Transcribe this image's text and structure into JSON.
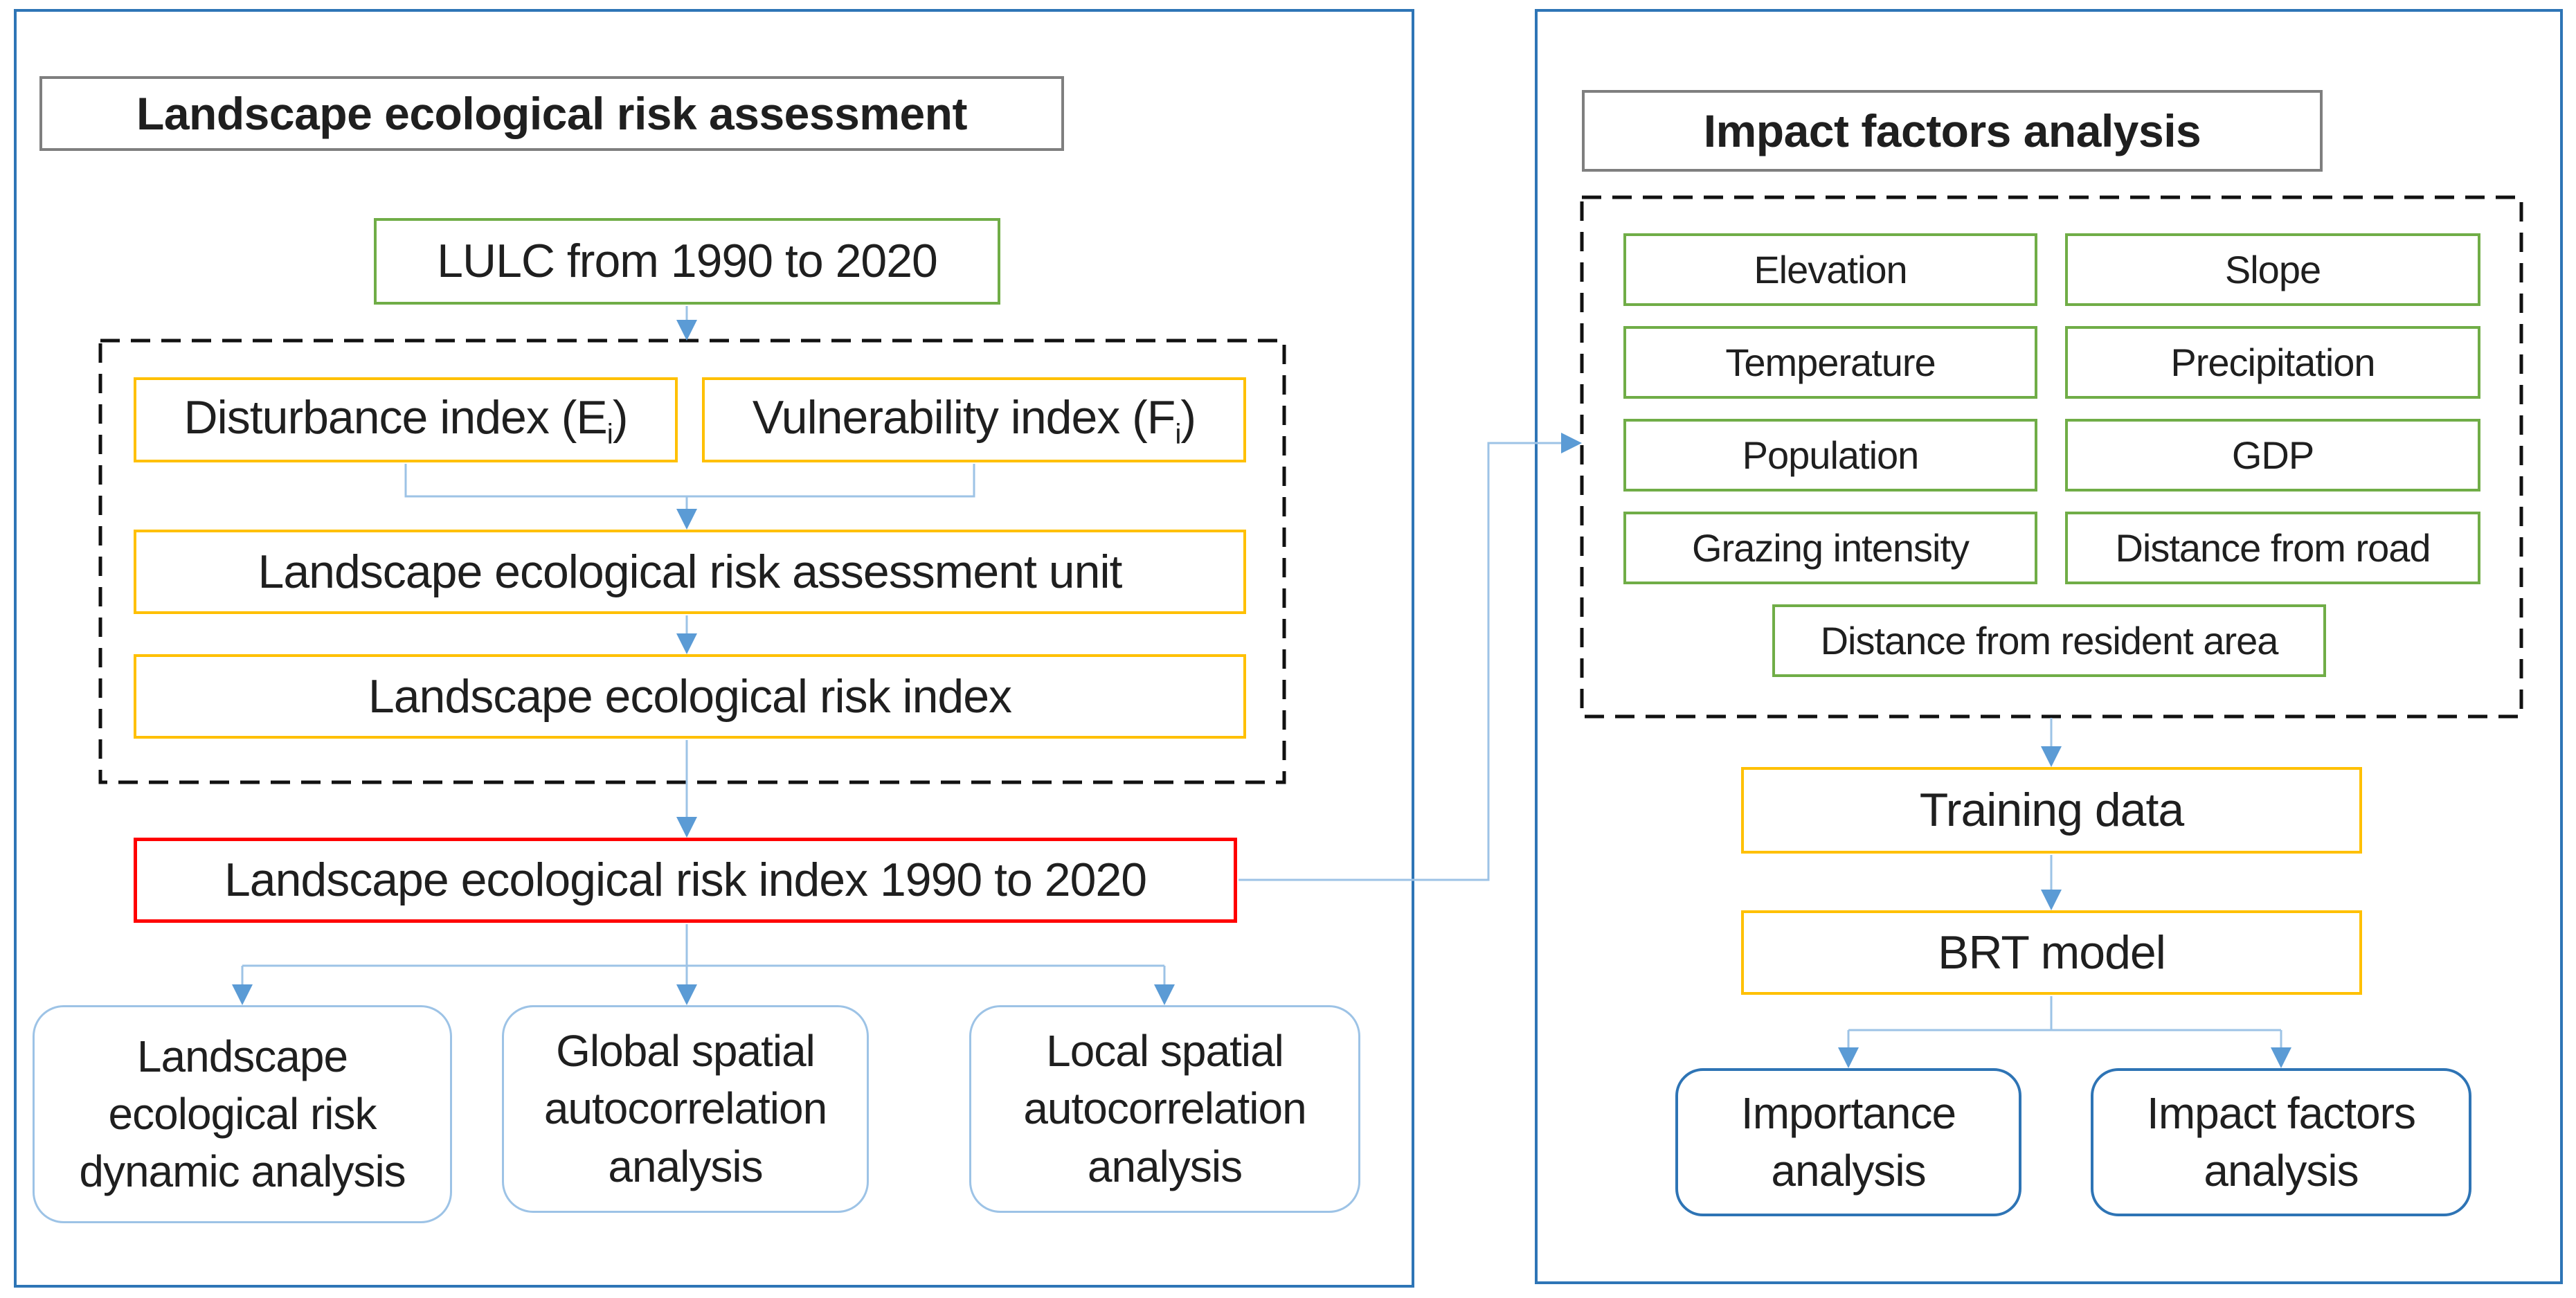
{
  "left_panel": {
    "title": "Landscape ecological risk assessment",
    "lulc_label": "LULC from 1990 to 2020",
    "disturbance": {
      "prefix": "Disturbance index (E",
      "sub": "i",
      "suffix": ")"
    },
    "vulnerability": {
      "prefix": "Vulnerability index (F",
      "sub": "i",
      "suffix": ")"
    },
    "unit_label": "Landscape ecological risk assessment unit",
    "index_label": "Landscape ecological risk index",
    "index_period_label": "Landscape ecological risk index 1990 to 2020",
    "outputs": [
      "Landscape ecological risk dynamic analysis",
      "Global spatial autocorrelation analysis",
      "Local spatial autocorrelation analysis"
    ]
  },
  "right_panel": {
    "title": "Impact factors analysis",
    "factors": [
      "Elevation",
      "Slope",
      "Temperature",
      "Precipitation",
      "Population",
      "GDP",
      "Grazing intensity",
      "Distance from road",
      "Distance from resident area"
    ],
    "training_label": "Training data",
    "brt_label": "BRT model",
    "outputs": [
      "Importance analysis",
      "Impact factors analysis"
    ]
  },
  "colors": {
    "panel_border": "#2E75B6",
    "title_border": "#7F7F7F",
    "factor_green": "#70AD47",
    "process_gold": "#FFC000",
    "highlight_red": "#FF0000",
    "connector_line": "#9DC3E6",
    "arrowhead": "#5B9BD5",
    "rounded_left_border": "#9DC3E6",
    "rounded_right_border": "#2E74B5",
    "dashed_group_border": "#111111"
  }
}
